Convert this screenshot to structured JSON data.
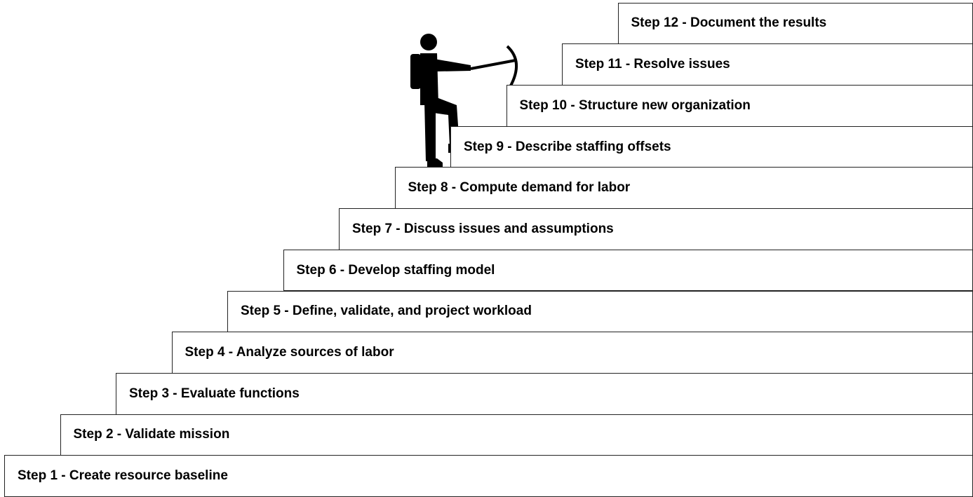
{
  "steps": [
    {
      "label": "Step 1 - Create resource baseline"
    },
    {
      "label": "Step 2 - Validate mission"
    },
    {
      "label": "Step 3 - Evaluate functions"
    },
    {
      "label": "Step 4 - Analyze sources of labor"
    },
    {
      "label": "Step 5 - Define, validate, and project workload"
    },
    {
      "label": "Step 6 - Develop staffing model"
    },
    {
      "label": "Step 7 - Discuss issues and assumptions"
    },
    {
      "label": "Step 8 - Compute demand for labor"
    },
    {
      "label": "Step 9 - Describe staffing offsets"
    },
    {
      "label": "Step 10 - Structure new organization"
    },
    {
      "label": "Step 11 - Resolve issues"
    },
    {
      "label": "Step 12 - Document the results"
    }
  ],
  "figure": {
    "icon": "climber-with-pickaxe-icon",
    "color": "#000000"
  },
  "colors": {
    "border": "#222222",
    "text": "#000000",
    "background": "#ffffff"
  }
}
